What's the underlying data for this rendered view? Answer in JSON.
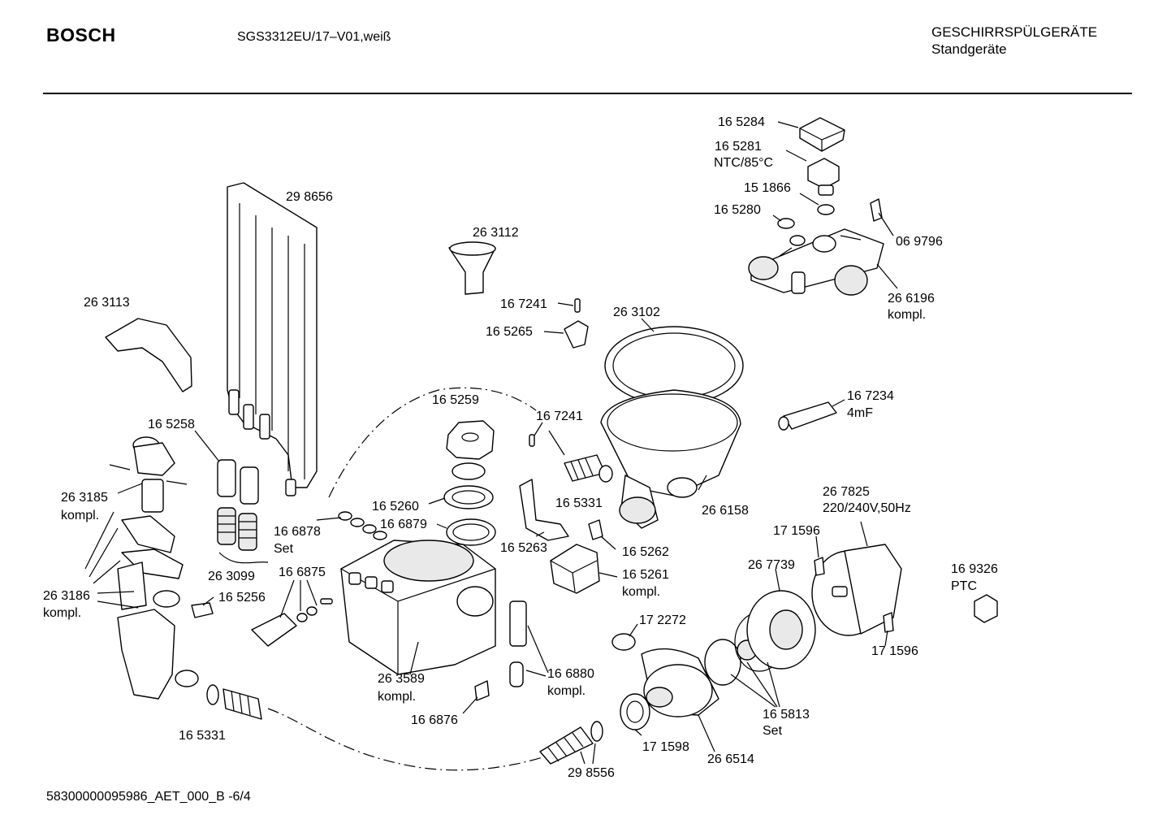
{
  "header": {
    "brand": "BOSCH",
    "model": "SGS3312EU/17–V01,weiß",
    "category": "GESCHIRRSPÜLGERÄTE",
    "subcategory": "Standgeräte"
  },
  "footer": {
    "code": "58300000095986_AET_000_B  -6/4"
  },
  "labels": {
    "p165284": "16 5284",
    "p165281": "16 5281",
    "ntc": "NTC/85°C",
    "p151866": "15 1866",
    "p165280": "16 5280",
    "p069796": "06 9796",
    "p266196": "26 6196",
    "kompl_266196": "kompl.",
    "p298656": "29 8656",
    "p263112": "26 3112",
    "p263113": "26 3113",
    "p167241a": "16 7241",
    "p165265": "16 5265",
    "p263102": "26 3102",
    "p167234": "16 7234",
    "cap": "4mF",
    "p165259": "16 5259",
    "p167241b": "16 7241",
    "p165258": "16 5258",
    "p263185": "26 3185",
    "kompl_263185": "kompl.",
    "p165331a": "16 5331",
    "p266158": "26 6158",
    "p267825": "26 7825",
    "voltage": "220/240V,50Hz",
    "p165260": "16 5260",
    "p166879": "16 6879",
    "p166878": "16 6878",
    "set_166878": "Set",
    "p171596a": "17 1596",
    "p165263": "16 5263",
    "p165262": "16 5262",
    "p263099": "26 3099",
    "p267739": "26 7739",
    "p169326": "16 9326",
    "ptc": "PTC",
    "p166875": "16 6875",
    "p165261": "16 5261",
    "kompl_165261": "kompl.",
    "p263186": "26 3186",
    "kompl_263186": "kompl.",
    "p165256": "16 5256",
    "p172272": "17 2272",
    "p171596b": "17 1596",
    "p263589": "26 3589",
    "kompl_263589": "kompl.",
    "p166880": "16 6880",
    "kompl_166880": "kompl.",
    "p165813": "16 5813",
    "set_165813": "Set",
    "p166876": "16 6876",
    "p165331b": "16 5331",
    "p171598": "17 1598",
    "p266514": "26 6514",
    "p298556": "29 8556"
  }
}
